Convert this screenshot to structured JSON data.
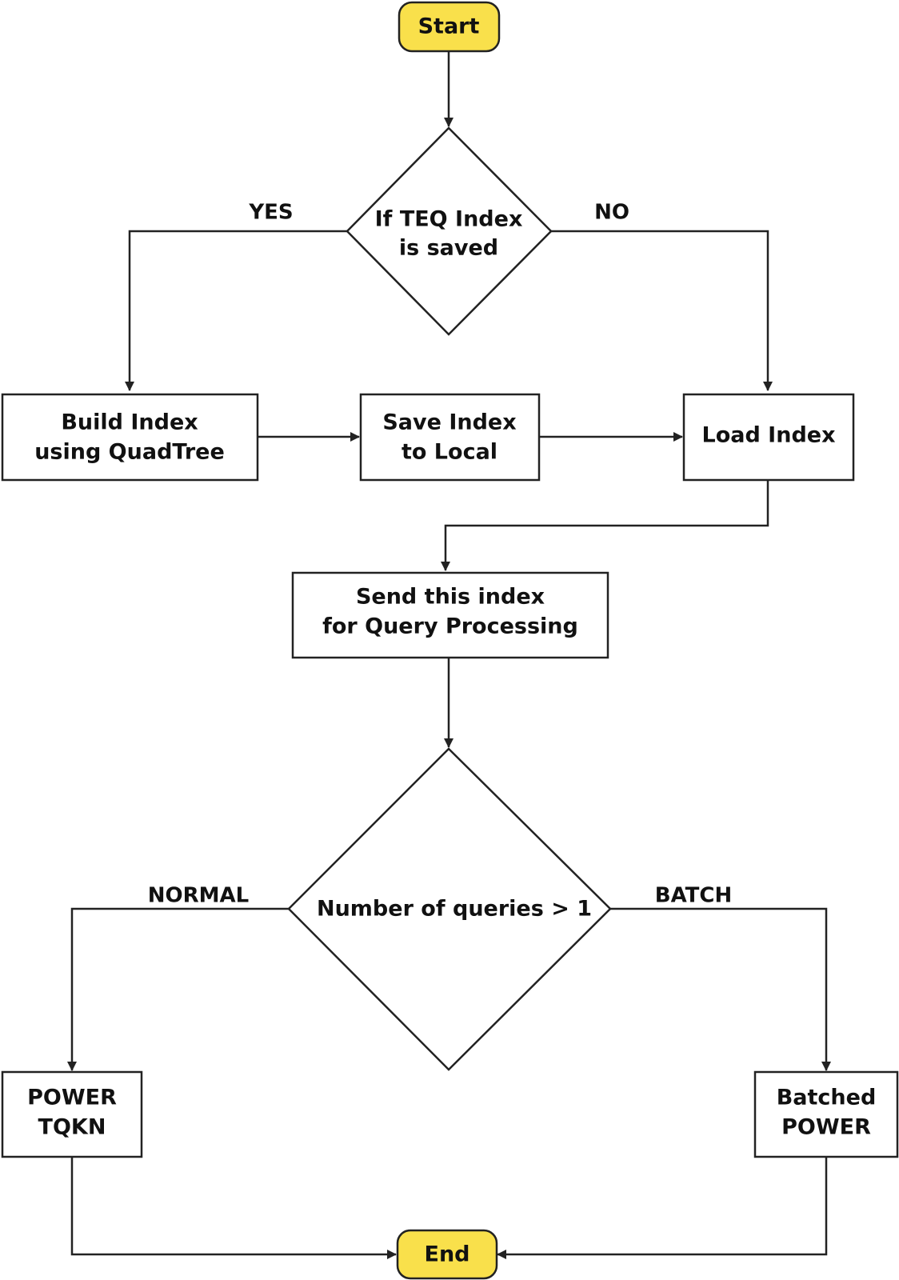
{
  "colors": {
    "terminal_fill": "#f9e04b",
    "stroke": "#222222",
    "text": "#111111"
  },
  "nodes": {
    "start": "Start",
    "decision_saved": [
      "If TEQ Index",
      "is saved"
    ],
    "build_index": [
      "Build Index",
      "using QuadTree"
    ],
    "save_index": [
      "Save Index",
      "to Local"
    ],
    "load_index": "Load Index",
    "send_index": [
      "Send this index",
      "for Query Processing"
    ],
    "decision_queries": "Number of queries > 1",
    "power_tqkn": [
      "POWER",
      "TQKN"
    ],
    "batched_power": [
      "Batched",
      "POWER"
    ],
    "end": "End"
  },
  "edge_labels": {
    "yes": "YES",
    "no": "NO",
    "normal": "NORMAL",
    "batch": "BATCH"
  }
}
